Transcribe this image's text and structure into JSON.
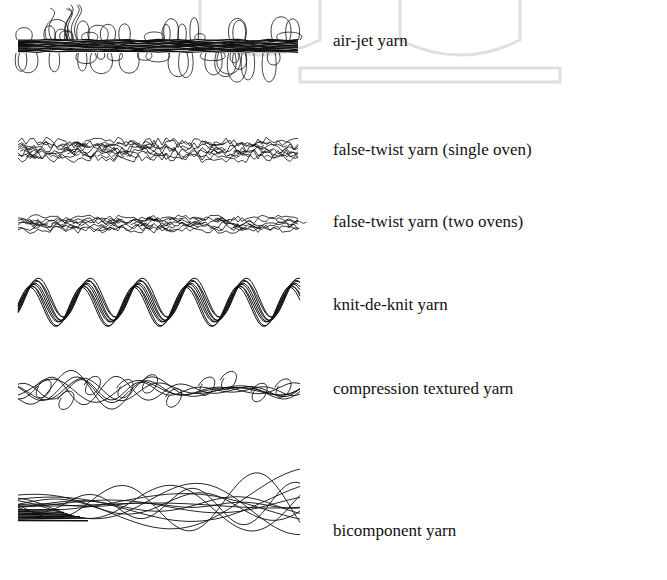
{
  "diagram": {
    "labels": [
      "air-jet yarn",
      "false-twist yarn (single oven)",
      "false-twist yarn (two ovens)",
      "knit-de-knit yarn",
      "compression textured  yarn",
      "bicomponent yarn"
    ]
  }
}
